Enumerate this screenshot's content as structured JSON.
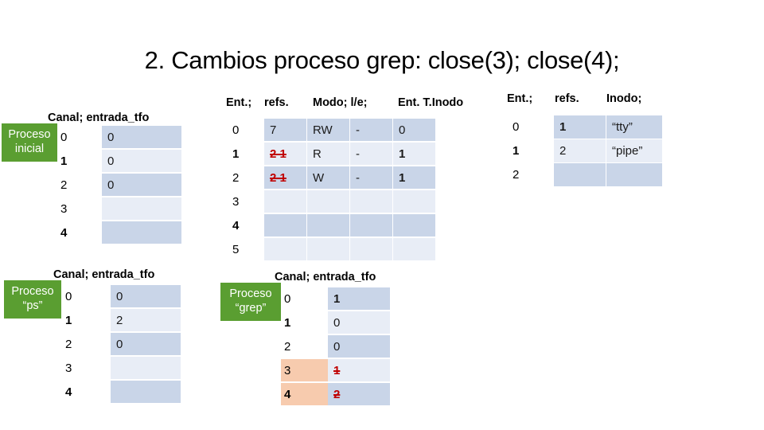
{
  "slide": {
    "title": "2. Cambios proceso grep: close(3); close(4);"
  },
  "tables": {
    "proceso_inicial": {
      "badge_line1": "Proceso",
      "badge_line2": "inicial",
      "header": "Canal; entrada_tfo",
      "rows": [
        {
          "label": "0",
          "value": "0"
        },
        {
          "label": "1",
          "value": "0"
        },
        {
          "label": "2",
          "value": "0"
        },
        {
          "label": "3",
          "value": ""
        },
        {
          "label": "4",
          "value": ""
        }
      ]
    },
    "tabla_ficheros": {
      "col_headers": [
        "Ent.;",
        "refs.",
        "Modo; l/e;",
        "",
        "Ent. T.Inodo"
      ],
      "rows": [
        {
          "label": "0",
          "refs": "7",
          "refs_struck": false,
          "modo": "RW",
          "le": "-",
          "inodo": "0"
        },
        {
          "label": "1",
          "refs": "2 1",
          "refs_struck": true,
          "modo": "R",
          "le": "-",
          "inodo": "1"
        },
        {
          "label": "2",
          "refs": "2 1",
          "refs_struck": true,
          "modo": "W",
          "le": "-",
          "inodo": "1"
        },
        {
          "label": "3",
          "refs": "",
          "refs_struck": false,
          "modo": "",
          "le": "",
          "inodo": ""
        },
        {
          "label": "4",
          "refs": "",
          "refs_struck": false,
          "modo": "",
          "le": "",
          "inodo": ""
        },
        {
          "label": "5",
          "refs": "",
          "refs_struck": false,
          "modo": "",
          "le": "",
          "inodo": ""
        }
      ]
    },
    "tabla_inodos": {
      "col_headers": [
        "Ent.;",
        "refs.",
        "Inodo;"
      ],
      "rows": [
        {
          "label": "0",
          "refs": "1",
          "inodo": "“tty”"
        },
        {
          "label": "1",
          "refs": "2",
          "inodo": "“pipe”"
        },
        {
          "label": "2",
          "refs": "",
          "inodo": ""
        }
      ]
    },
    "proceso_ps": {
      "badge_line1": "Proceso",
      "badge_line2": "“ps”",
      "header": "Canal; entrada_tfo",
      "rows": [
        {
          "label": "0",
          "value": "0"
        },
        {
          "label": "1",
          "value": "2"
        },
        {
          "label": "2",
          "value": "0"
        },
        {
          "label": "3",
          "value": ""
        },
        {
          "label": "4",
          "value": ""
        }
      ]
    },
    "proceso_grep": {
      "badge_line1": "Proceso",
      "badge_line2": "“grep”",
      "header": "Canal; entrada_tfo",
      "rows": [
        {
          "label": "0",
          "value": "1",
          "highlight": false,
          "struck": false
        },
        {
          "label": "1",
          "value": "0",
          "highlight": false,
          "struck": false
        },
        {
          "label": "2",
          "value": "0",
          "highlight": false,
          "struck": false
        },
        {
          "label": "3",
          "value": "1",
          "highlight": true,
          "struck": true
        },
        {
          "label": "4",
          "value": "2",
          "highlight": true,
          "struck": true
        }
      ]
    }
  },
  "colors": {
    "badge_green": "#5a9e31",
    "cell_shade_dark": "#c9d5e8",
    "cell_shade_light": "#e8edf6",
    "highlight_orange": "#f7cbae",
    "strike_red": "#c00000"
  }
}
